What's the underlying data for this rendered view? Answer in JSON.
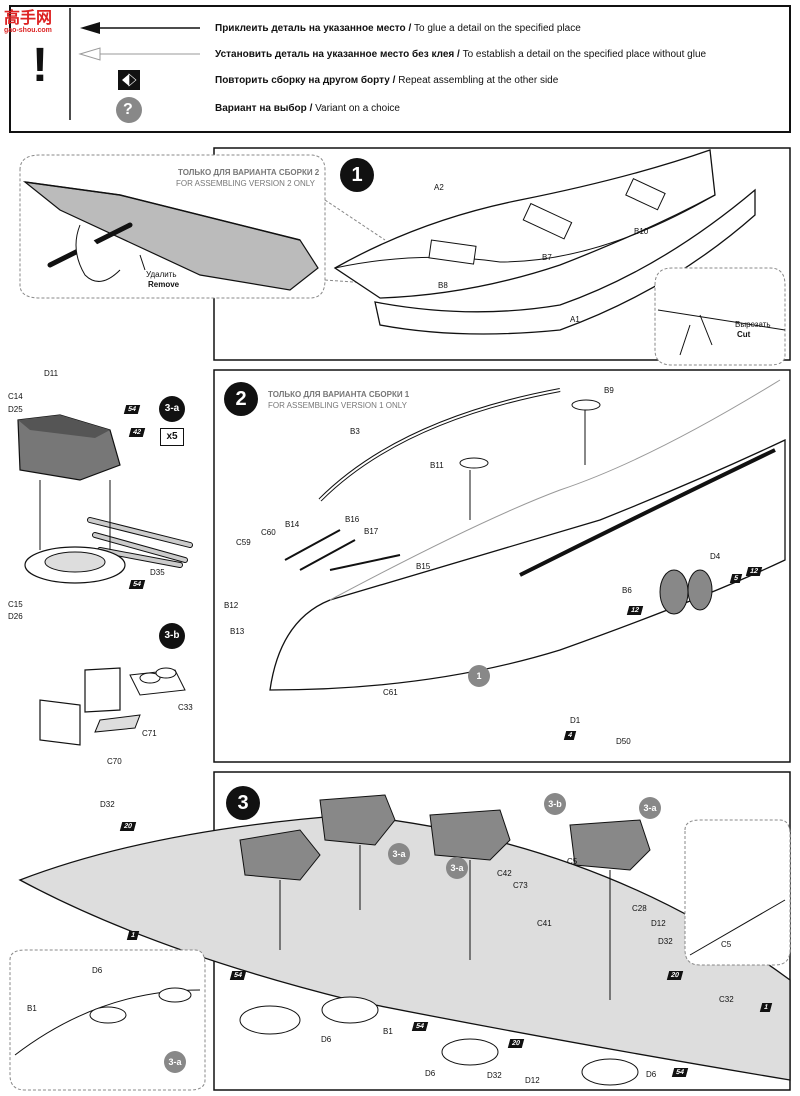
{
  "watermark": {
    "logo": "高手网",
    "site": "gao-shou.com"
  },
  "legend": {
    "glue": {
      "ru": "Приклеить деталь на указанное место",
      "sep": "/",
      "en": "To glue a detail on the specified place"
    },
    "no_glue": {
      "ru": "Установить деталь на указанное место без клея",
      "sep": "/",
      "en": "To establish a detail on the specified place without glue"
    },
    "repeat": {
      "ru": "Повторить сборку на другом борту",
      "sep": "/",
      "en": "Repeat assembling at the other side"
    },
    "variant": {
      "ru": "Вариант на выбор",
      "sep": "/",
      "en": "Variant on a choice"
    },
    "warning_symbol": "!",
    "question_symbol": "?"
  },
  "step1": {
    "number": "1",
    "note_ru": "ТОЛЬКО ДЛЯ ВАРИАНТА СБОРКИ 2",
    "note_en": "FOR ASSEMBLING VERSION  2 ONLY",
    "remove_ru": "Удалить",
    "remove_en": "Remove",
    "cut_ru": "Вырезать",
    "cut_en": "Cut",
    "parts": {
      "a2": "A2",
      "a1": "A1",
      "b7": "B7",
      "b8": "B8",
      "b10": "B10"
    }
  },
  "step3a": {
    "number": "3-a",
    "multiplier": "x5",
    "parts": {
      "d11": "D11",
      "c14": "C14",
      "d25": "D25",
      "c15": "C15",
      "d26": "D26",
      "d35": "D35"
    },
    "badges": {
      "b54a": "54",
      "b42": "42",
      "b54b": "54"
    }
  },
  "step3b": {
    "number": "3-b",
    "parts": {
      "c33": "C33",
      "c71": "C71",
      "c70": "C70"
    }
  },
  "step2": {
    "number": "2",
    "note_ru": "ТОЛЬКО ДЛЯ ВАРИАНТА СБОРКИ 1",
    "note_en": "FOR ASSEMBLING VERSION  1 ONLY",
    "parts": {
      "b9": "B9",
      "b3": "B3",
      "b11": "B11",
      "b14": "B14",
      "b16": "B16",
      "b17": "B17",
      "c60": "C60",
      "c59": "C59",
      "b15": "B15",
      "b12": "B12",
      "b13": "B13",
      "c61": "C61",
      "b6": "B6",
      "d4": "D4",
      "d1": "D1",
      "d50": "D50"
    },
    "badges": {
      "b12a": "12",
      "b5": "5",
      "b12b": "12",
      "b4": "4"
    },
    "ref": "1"
  },
  "step3": {
    "number": "3",
    "parts": {
      "d32a": "D32",
      "c42": "C42",
      "c73": "C73",
      "c5": "C5",
      "c41": "C41",
      "c28": "C28",
      "d12a": "D12",
      "d32b": "D32",
      "c5b": "C5",
      "c32": "C32",
      "b1": "B1",
      "d6a": "D6",
      "d6b": "D6",
      "d32c": "D32",
      "d12b": "D12",
      "d6c": "D6",
      "inset_d6": "D6",
      "inset_b1": "B1"
    },
    "badges": {
      "b20a": "20",
      "b1a": "1",
      "b54a": "54",
      "b54b": "54",
      "b20b": "20",
      "b20c": "20",
      "b1b": "1",
      "b54c": "54"
    },
    "refs": {
      "r3a1": "3-a",
      "r3a2": "3-a",
      "r3b": "3-b",
      "r3a3": "3-a",
      "r3a_inset": "3-a"
    }
  }
}
